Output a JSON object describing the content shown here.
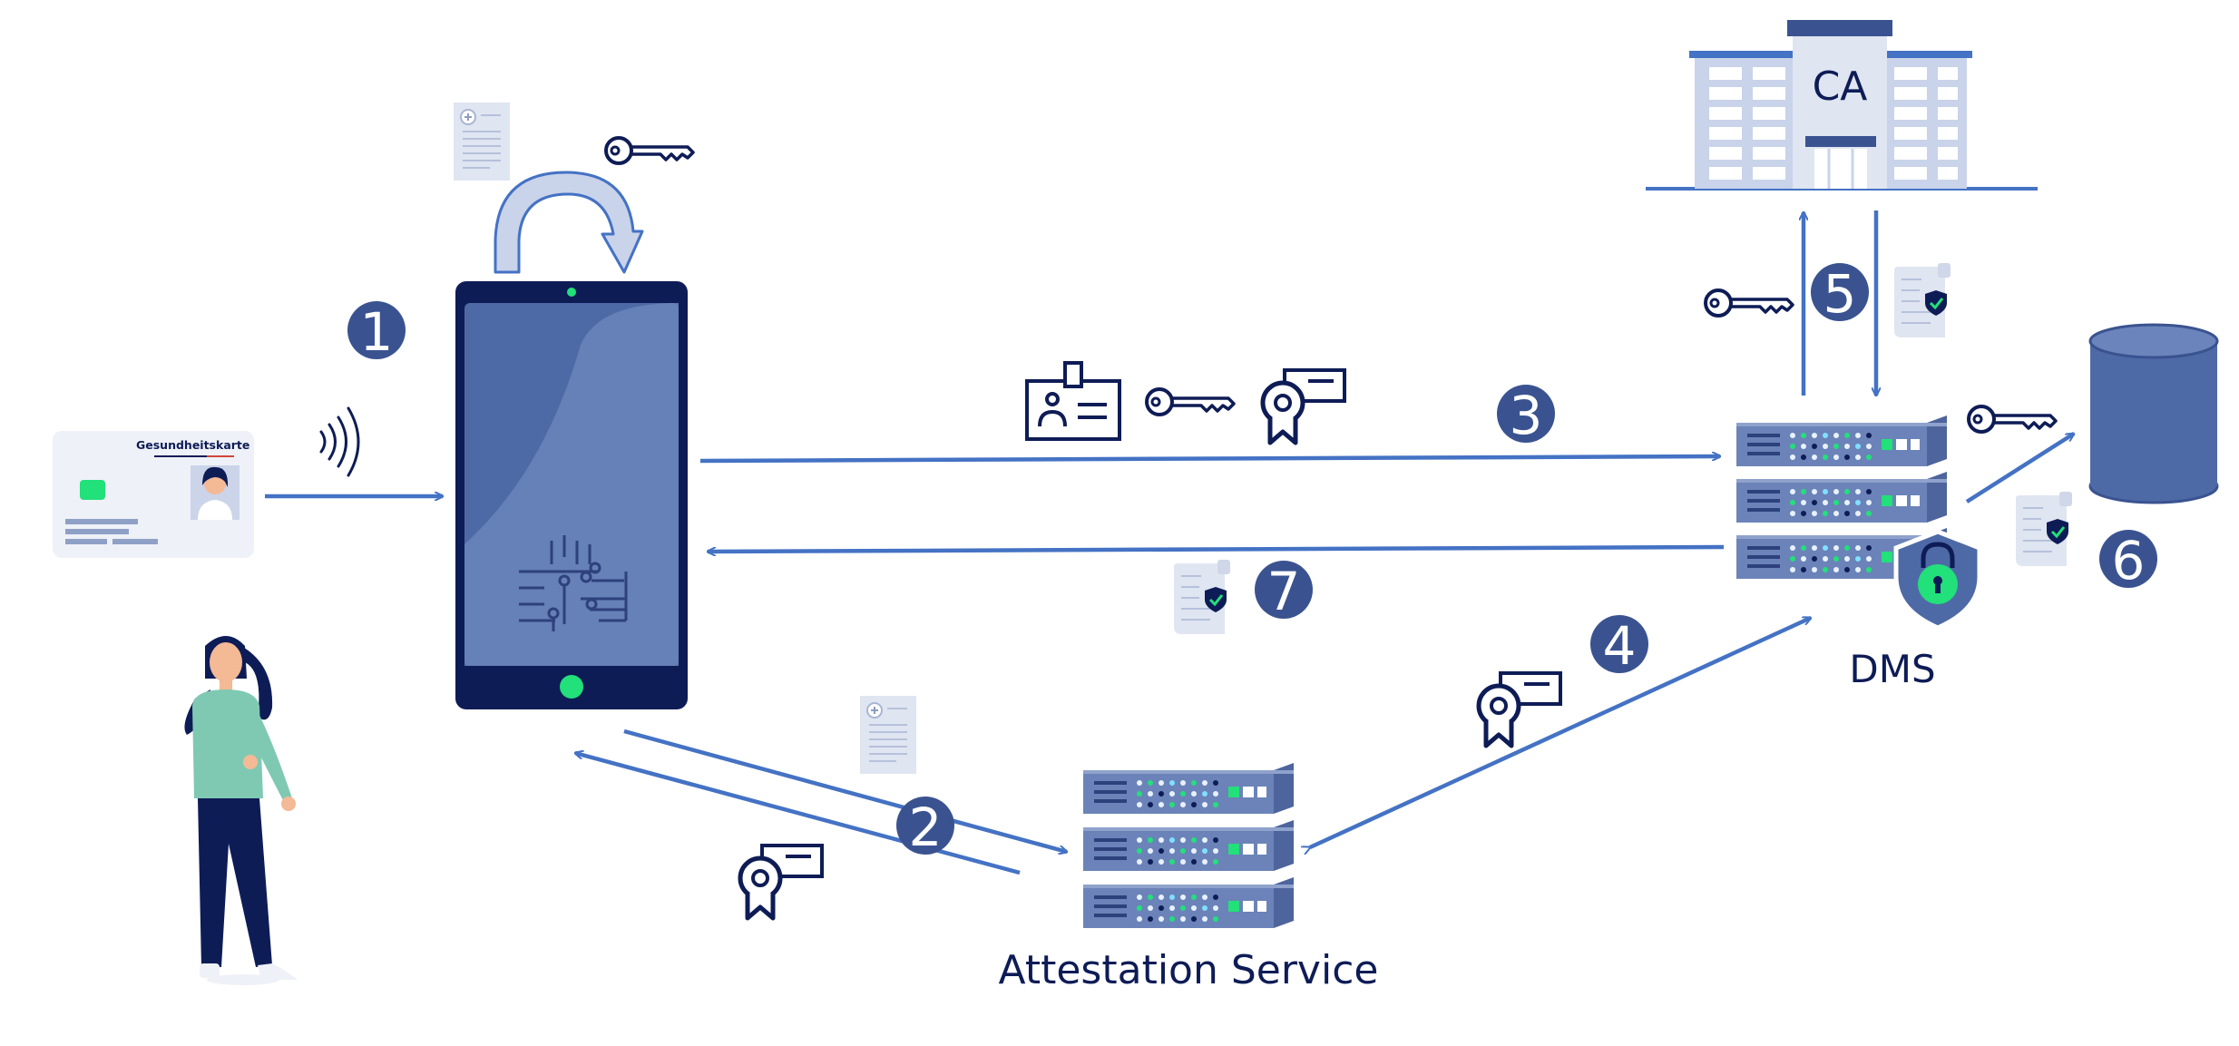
{
  "card": {
    "title": "Gesundheitskarte"
  },
  "labels": {
    "ca": "CA",
    "dms": "DMS",
    "attestation": "Attestation Service"
  },
  "steps": [
    "1",
    "2",
    "3",
    "4",
    "5",
    "6",
    "7"
  ],
  "colors": {
    "arrow": "#4472c4",
    "badge": "#3a5390",
    "navy": "#0e1c56",
    "server": "#6b83b8",
    "green": "#22e07a",
    "tablet_frame": "#0e1c56",
    "tablet_screen": "#5674ad"
  },
  "icons": [
    "nfc-waves-icon",
    "document-icon",
    "key-icon",
    "id-badge-icon",
    "certificate-icon",
    "signed-document-icon",
    "lock-shield-icon",
    "database-icon",
    "building-icon",
    "person-figure"
  ]
}
